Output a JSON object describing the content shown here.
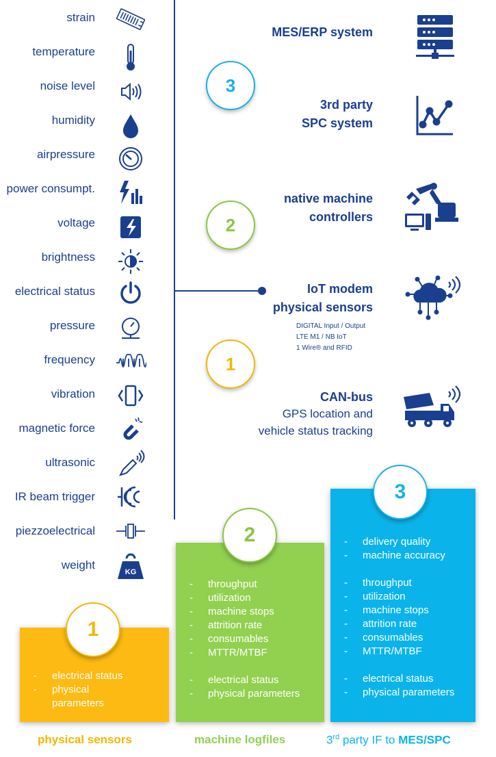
{
  "sensors": [
    {
      "label": "strain",
      "icon": "strain-gauge-icon"
    },
    {
      "label": "temperature",
      "icon": "thermometer-icon"
    },
    {
      "label": "noise level",
      "icon": "speaker-icon"
    },
    {
      "label": "humidity",
      "icon": "water-drop-icon"
    },
    {
      "label": "airpressure",
      "icon": "barometer-icon"
    },
    {
      "label": "power consumpt.",
      "icon": "power-bars-icon"
    },
    {
      "label": "voltage",
      "icon": "lightning-icon"
    },
    {
      "label": "brightness",
      "icon": "brightness-icon"
    },
    {
      "label": "electrical status",
      "icon": "power-button-icon"
    },
    {
      "label": "pressure",
      "icon": "pressure-gauge-icon"
    },
    {
      "label": "frequency",
      "icon": "sine-wave-icon"
    },
    {
      "label": "vibration",
      "icon": "vibration-icon"
    },
    {
      "label": "magnetic force",
      "icon": "magnet-icon"
    },
    {
      "label": "ultrasonic",
      "icon": "ultrasonic-probe-icon"
    },
    {
      "label": "IR beam trigger",
      "icon": "ir-beam-icon"
    },
    {
      "label": "piezzoelectrical",
      "icon": "piezo-icon"
    },
    {
      "label": "weight",
      "icon": "weight-icon"
    }
  ],
  "weight_icon_text": "KG",
  "sources": {
    "mes": {
      "line1": "MES/ERP system",
      "icon": "server-icon"
    },
    "spc": {
      "line1": "3rd party",
      "line2": "SPC system",
      "icon": "line-chart-icon"
    },
    "native": {
      "line1": "native machine",
      "line2": "controllers",
      "icon": "robot-arm-computer-icon"
    },
    "iot": {
      "line1": "IoT modem",
      "line2": "physical sensors",
      "sub": [
        "DIGITAL Input / Output",
        "LTE M1 / NB IoT",
        "1 Wire® and RFID"
      ],
      "icon": "cloud-network-icon"
    },
    "can": {
      "line1": "CAN-bus",
      "line2": "GPS location and",
      "line3": "vehicle status tracking",
      "icon": "truck-icon"
    }
  },
  "layers": [
    {
      "number": "3",
      "color": "#1ab0e8"
    },
    {
      "number": "2",
      "color": "#8cc63f"
    },
    {
      "number": "1",
      "color": "#f2b705"
    }
  ],
  "boxes": {
    "physical": {
      "number": "1",
      "color": "#fdba12",
      "items": [
        "electrical status",
        "physical",
        "parameters"
      ],
      "footer": "physical sensors"
    },
    "logfiles": {
      "number": "2",
      "color": "#92d050",
      "items": [
        "throughput",
        "utilization",
        "machine stops",
        "attrition rate",
        "consumables",
        "MTTR/MTBF",
        "",
        "electrical status",
        "physical parameters"
      ],
      "footer": "machine logfiles"
    },
    "messpc": {
      "number": "3",
      "color": "#0ab4ea",
      "items": [
        "delivery quality",
        "machine accuracy",
        "",
        "throughput",
        "utilization",
        "machine stops",
        "attrition rate",
        "consumables",
        "MTTR/MTBF",
        "",
        "electrical status",
        "physical parameters"
      ],
      "footer_pre": "3",
      "footer_sup": "rd",
      "footer_mid": " party IF to ",
      "footer_bold": "MES/SPC"
    }
  },
  "colors": {
    "navy": "#1a3f8f",
    "yellow": "#fdba12",
    "green": "#92d050",
    "blue": "#0ab4ea"
  }
}
